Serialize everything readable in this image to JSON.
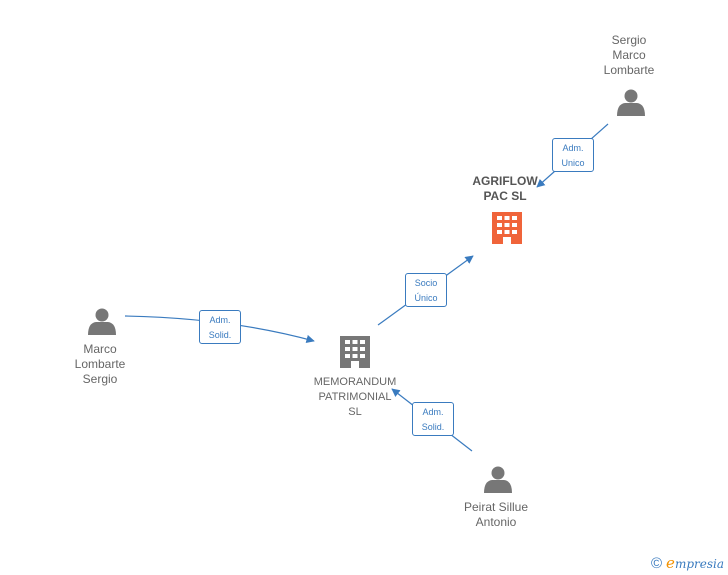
{
  "nodes": {
    "sergio_marco_lombarte": {
      "label": "Sergio\nMarco\nLombarte",
      "type": "person"
    },
    "agriflow": {
      "label": "AGRIFLOW\nPAC  SL",
      "type": "company",
      "focus": true
    },
    "marco_lombarte_sergio": {
      "label": "Marco\nLombarte\nSergio",
      "type": "person"
    },
    "memorandum": {
      "label": "MEMORANDUM\nPATRIMONIAL\nSL",
      "type": "company"
    },
    "peirat_sillue": {
      "label": "Peirat Sillue\nAntonio",
      "type": "person"
    }
  },
  "edges": {
    "sergio_to_agriflow": {
      "label": "Adm.\nUnico"
    },
    "memorandum_to_agriflow": {
      "label": "Socio\nÚnico"
    },
    "marco_to_memorandum": {
      "label": "Adm.\nSolid."
    },
    "peirat_to_memorandum": {
      "label": "Adm.\nSolid."
    }
  },
  "colors": {
    "edge": "#3a7bbf",
    "person_icon": "#777777",
    "company_icon": "#777777",
    "focus_company_icon": "#f0643a"
  },
  "brand": {
    "copyright": "©",
    "name_initial": "e",
    "name_rest": "mpresia"
  }
}
